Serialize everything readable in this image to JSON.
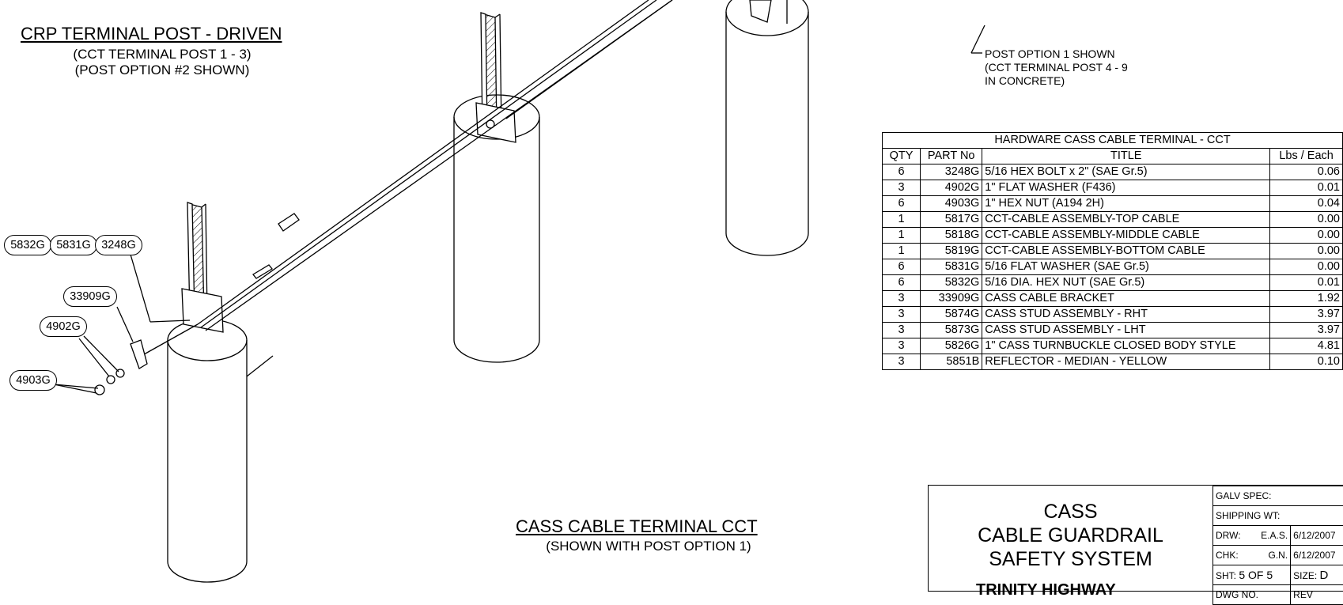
{
  "left_title": {
    "title": "CRP TERMINAL POST - DRIVEN",
    "line1": "(CCT TERMINAL POST 1 - 3)",
    "line2": "(POST OPTION #2 SHOWN)"
  },
  "center_title": {
    "title": "CASS CABLE TERMINAL CCT",
    "line1": "(SHOWN WITH POST OPTION 1)"
  },
  "post_note": {
    "line1": "POST OPTION 1 SHOWN",
    "line2": "(CCT TERMINAL POST 4 - 9",
    "line3": "IN CONCRETE)"
  },
  "callouts": [
    "5832G",
    "5831G",
    "3248G",
    "33909G",
    "4902G",
    "4903G"
  ],
  "hardware_table": {
    "title": "HARDWARE CASS CABLE TERMINAL - CCT",
    "headers": [
      "QTY",
      "PART No",
      "TITLE",
      "Lbs / Each"
    ],
    "rows": [
      [
        "6",
        "3248G",
        "5/16 HEX BOLT x 2\" (SAE Gr.5)",
        "0.06"
      ],
      [
        "3",
        "4902G",
        "1\" FLAT WASHER (F436)",
        "0.01"
      ],
      [
        "6",
        "4903G",
        "1\" HEX NUT (A194 2H)",
        "0.04"
      ],
      [
        "1",
        "5817G",
        "CCT-CABLE ASSEMBLY-TOP CABLE",
        "0.00"
      ],
      [
        "1",
        "5818G",
        "CCT-CABLE ASSEMBLY-MIDDLE CABLE",
        "0.00"
      ],
      [
        "1",
        "5819G",
        "CCT-CABLE ASSEMBLY-BOTTOM CABLE",
        "0.00"
      ],
      [
        "6",
        "5831G",
        "5/16 FLAT WASHER (SAE Gr.5)",
        "0.00"
      ],
      [
        "6",
        "5832G",
        "5/16 DIA. HEX NUT (SAE Gr.5)",
        "0.01"
      ],
      [
        "3",
        "33909G",
        "CASS CABLE BRACKET",
        "1.92"
      ],
      [
        "3",
        "5874G",
        "CASS STUD ASSEMBLY - RHT",
        "3.97"
      ],
      [
        "3",
        "5873G",
        "CASS STUD ASSEMBLY - LHT",
        "3.97"
      ],
      [
        "3",
        "5826G",
        "1\" CASS TURNBUCKLE CLOSED BODY STYLE",
        "4.81"
      ],
      [
        "3",
        "5851B",
        "REFLECTOR - MEDIAN - YELLOW",
        "0.10"
      ]
    ]
  },
  "title_block": {
    "name_line1": "CASS",
    "name_line2": "CABLE GUARDRAIL",
    "name_line3": "SAFETY SYSTEM",
    "galv_spec": "GALV SPEC:",
    "shipping_wt": "SHIPPING WT:",
    "drw_label": "DRW:",
    "drw_by": "E.A.S.",
    "drw_date": "6/12/2007",
    "chk_label": "CHK:",
    "chk_by": "G.N.",
    "chk_date": "6/12/2007",
    "sht_label": "SHT:",
    "sht_value": "5  OF 5",
    "size_label": "SIZE:",
    "size_value": "D",
    "dwg_no_label": "DWG NO.",
    "rev_label": "REV",
    "company": "TRINITY HIGHWAY"
  }
}
